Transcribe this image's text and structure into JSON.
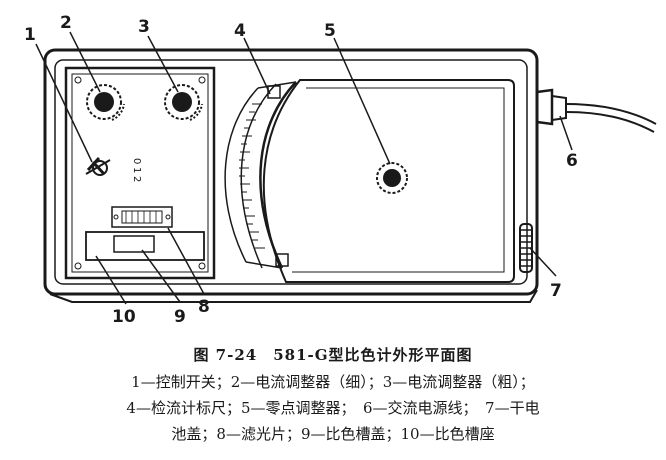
{
  "figure": {
    "callouts": [
      "1",
      "2",
      "3",
      "4",
      "5",
      "6",
      "7",
      "8",
      "9",
      "10"
    ],
    "dial_digits": [
      "0",
      "1",
      "2"
    ],
    "caption": "图 7-24　581-G型比色计外形平面图",
    "legend": [
      "1—控制开关；2—电流调整器（细）；3—电流调整器（粗）；",
      "4—检流计标尺；5—零点调整器；　6—交流电源线；　7—干电",
      "池盖；8—滤光片；9—比色槽盖；10—比色槽座"
    ]
  }
}
